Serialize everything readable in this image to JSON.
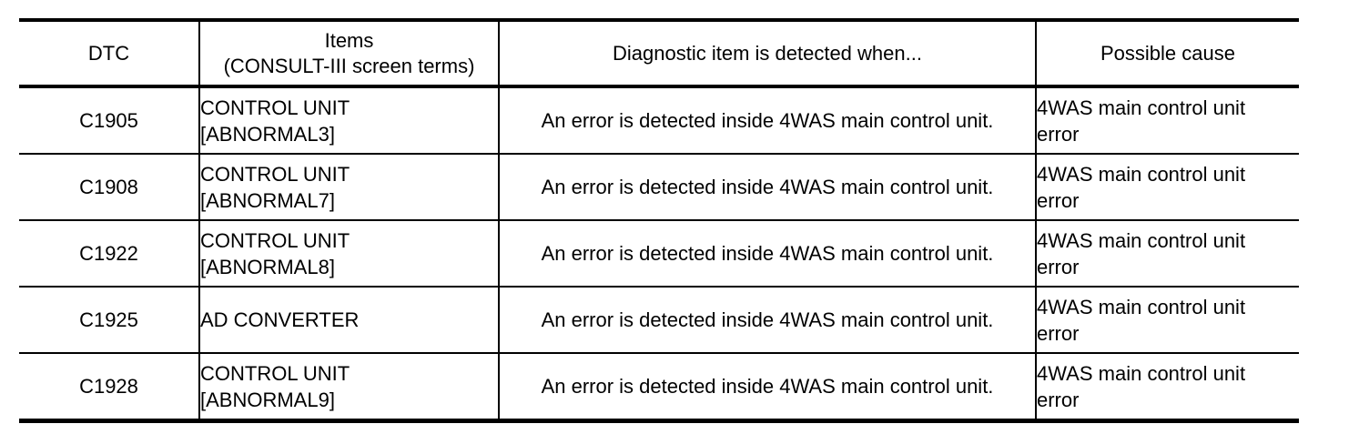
{
  "table": {
    "columns": [
      {
        "key": "dtc",
        "header_line1": "DTC",
        "header_line2": ""
      },
      {
        "key": "items",
        "header_line1": "Items",
        "header_line2": "(CONSULT-III screen terms)"
      },
      {
        "key": "detected",
        "header_line1": "Diagnostic item is detected when...",
        "header_line2": ""
      },
      {
        "key": "cause",
        "header_line1": "Possible cause",
        "header_line2": ""
      }
    ],
    "rows": [
      {
        "dtc": "C1905",
        "items_line1": "CONTROL UNIT",
        "items_line2": "[ABNORMAL3]",
        "detected": "An error is detected inside 4WAS main control unit.",
        "cause_line1": "4WAS main control unit",
        "cause_line2": "error"
      },
      {
        "dtc": "C1908",
        "items_line1": "CONTROL UNIT",
        "items_line2": "[ABNORMAL7]",
        "detected": "An error is detected inside 4WAS main control unit.",
        "cause_line1": "4WAS main control unit",
        "cause_line2": "error"
      },
      {
        "dtc": "C1922",
        "items_line1": "CONTROL UNIT",
        "items_line2": "[ABNORMAL8]",
        "detected": "An error is detected inside 4WAS main control unit.",
        "cause_line1": "4WAS main control unit",
        "cause_line2": "error"
      },
      {
        "dtc": "C1925",
        "items_line1": "AD CONVERTER",
        "items_line2": "",
        "detected": "An error is detected inside 4WAS main control unit.",
        "cause_line1": "4WAS main control unit",
        "cause_line2": "error"
      },
      {
        "dtc": "C1928",
        "items_line1": "CONTROL UNIT",
        "items_line2": "[ABNORMAL9]",
        "detected": "An error is detected inside 4WAS main control unit.",
        "cause_line1": "4WAS main control unit",
        "cause_line2": "error"
      }
    ]
  },
  "colors": {
    "rule": "#000000",
    "text": "#000000",
    "background": "#ffffff"
  }
}
